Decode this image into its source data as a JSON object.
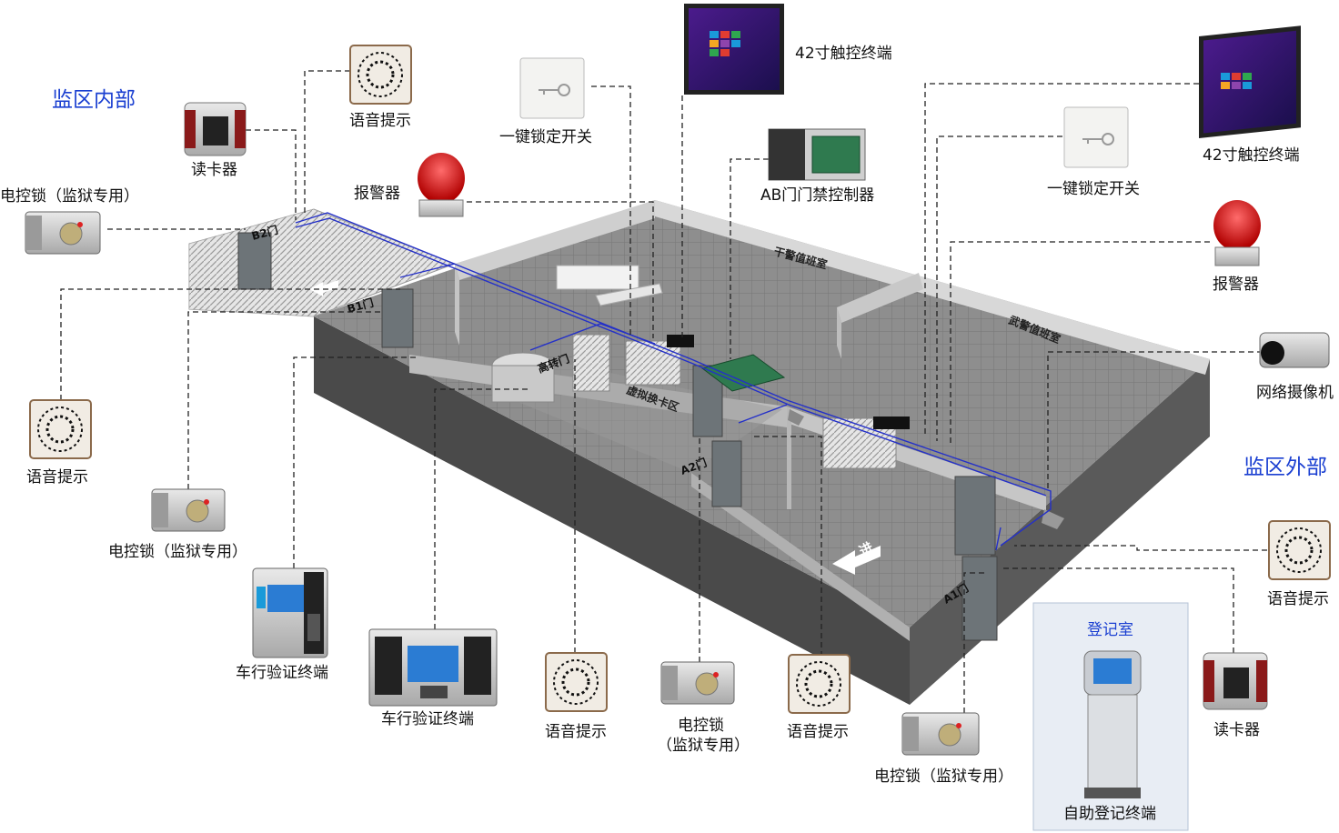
{
  "zones": {
    "inside": "监区内部",
    "outside": "监区外部"
  },
  "rooms": {
    "officer_duty": "干警值班室",
    "armed_duty": "武警值班室",
    "virtual_exchange": "虚拟换卡区",
    "registration": "登记室"
  },
  "doors": {
    "b2": "B2门",
    "b1": "B1门",
    "gate": "高转门",
    "a2": "A2门",
    "a1": "A1门",
    "entry": "进"
  },
  "devices": {
    "voice_top": "语音提示",
    "reader_top": "读卡器",
    "lock_left_top": "电控锁（监狱专用）",
    "alarm_left": "报警器",
    "switch_left": "一键锁定开关",
    "touch_left": "42寸触控终端",
    "ab_controller": "AB门门禁控制器",
    "switch_right": "一键锁定开关",
    "touch_right": "42寸触控终端",
    "alarm_right": "报警器",
    "camera": "网络摄像机",
    "voice_left": "语音提示",
    "lock_left_mid": "电控锁（监狱专用）",
    "verify_left": "车行验证终端",
    "verify_mid": "车行验证终端",
    "voice_bottom1": "语音提示",
    "lock_bottom_1": "电控锁",
    "lock_bottom_2": "（监狱专用）",
    "voice_bottom2": "语音提示",
    "lock_bottom_right": "电控锁（监狱专用）",
    "voice_right": "语音提示",
    "reader_right": "读卡器",
    "kiosk": "自助登记终端"
  }
}
